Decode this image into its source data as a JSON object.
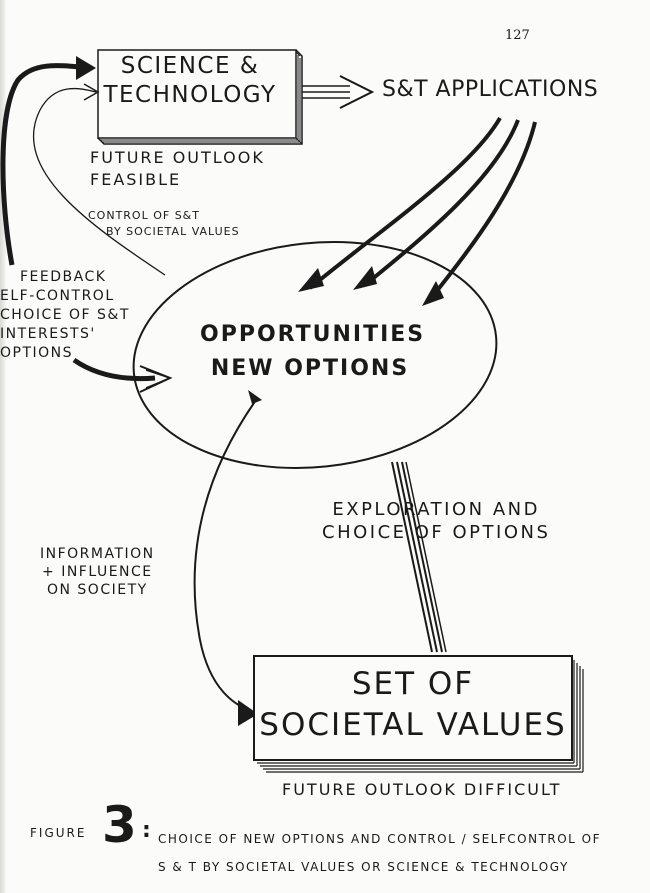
{
  "page_number": "127",
  "nodes": {
    "science_technology": {
      "lines": [
        "SCIENCE &",
        "TECHNOLOGY"
      ]
    },
    "st_applications": "S&T APPLICATIONS",
    "opportunities": {
      "lines": [
        "OPPORTUNITIES",
        "NEW OPTIONS"
      ]
    },
    "societal_values": {
      "lines": [
        "SET OF",
        "SOCIETAL VALUES"
      ]
    }
  },
  "notes": {
    "future_feasible": [
      "FUTURE OUTLOOK",
      "FEASIBLE"
    ],
    "control_st": [
      "CONTROL OF S&T",
      "BY SOCIETAL VALUES"
    ],
    "feedback": [
      "FEEDBACK",
      "ELF-CONTROL",
      "CHOICE OF S&T",
      "INTERESTS'",
      "OPTIONS"
    ],
    "exploration": [
      "EXPLORATION AND",
      "CHOICE OF OPTIONS"
    ],
    "information": [
      "INFORMATION",
      "+ INFLUENCE",
      "ON SOCIETY"
    ],
    "future_difficult": "FUTURE OUTLOOK DIFFICULT"
  },
  "caption": {
    "label": "FIGURE",
    "number": "3",
    "colon": ":",
    "lines": [
      "CHOICE OF NEW OPTIONS AND CONTROL / SELFCONTROL OF",
      "S & T BY SOCIETAL VALUES OR SCIENCE & TECHNOLOGY"
    ]
  },
  "colors": {
    "ink": "#1a1a1a",
    "paper": "#fbfbf9"
  }
}
